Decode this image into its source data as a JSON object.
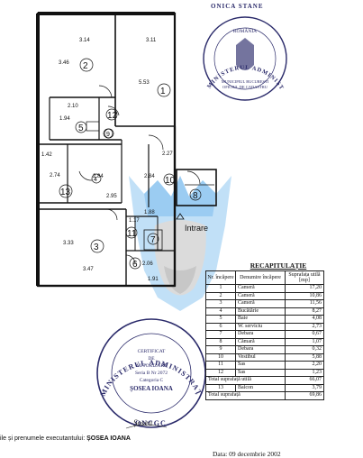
{
  "plan": {
    "room_numbers": [
      "1",
      "2",
      "3",
      "4",
      "5",
      "6",
      "7",
      "8",
      "9",
      "10",
      "11",
      "12",
      "13"
    ],
    "dimensions": [
      "3.14",
      "3.11",
      "3.46",
      "5.53",
      "2.10",
      "1.94",
      "1.42",
      "2.74",
      "2.84",
      "2.84",
      "2.95",
      "2.27",
      "3.33",
      "3.47",
      "1.17",
      "1.88",
      "2.06",
      "1.91"
    ],
    "entrance_label": "Intrare"
  },
  "stamp_top": {
    "ring_text": "MINISTERUL ADMINISTRAȚIEI ȘI INTERNELOR",
    "partial_name": "ONICA STANE",
    "inner_lines": [
      "ROMÂNIA",
      "MUNICIPIUL BUCUREȘTI",
      "OFICIUL DE CADASTRU"
    ]
  },
  "stamp_bottom": {
    "ring_text": "MINISTERUL ADMINISTRAȚIEI PUBLICE",
    "bottom_arc": "ONCGC",
    "inner_lines": [
      "CERTIFICAT",
      "DE",
      "AUTORIZARE",
      "Seria B Nr 2072",
      "Categoria C",
      "ȘOSEA IOANA"
    ]
  },
  "signature": "Șosea",
  "recap": {
    "title": "RECAPITULAȚIE",
    "headers": [
      "Nr. încăpere",
      "Denumire încăpere",
      "Suprafața utilă [mp]"
    ],
    "rows": [
      {
        "nr": "1",
        "name": "Cameră",
        "area": "17,20"
      },
      {
        "nr": "2",
        "name": "Cameră",
        "area": "10,86"
      },
      {
        "nr": "3",
        "name": "Cameră",
        "area": "11,56"
      },
      {
        "nr": "4",
        "name": "Bucătărie",
        "area": "8,27"
      },
      {
        "nr": "5",
        "name": "Baie",
        "area": "4,08"
      },
      {
        "nr": "6",
        "name": "W. serviciu",
        "area": "2,73"
      },
      {
        "nr": "7",
        "name": "Debara",
        "area": "0,67"
      },
      {
        "nr": "8",
        "name": "Cămară",
        "area": "1,07"
      },
      {
        "nr": "9",
        "name": "Debara",
        "area": "0,32"
      },
      {
        "nr": "10",
        "name": "Vestibul",
        "area": "5,88"
      },
      {
        "nr": "11",
        "name": "Sas",
        "area": "2,20"
      },
      {
        "nr": "12",
        "name": "Sas",
        "area": "1,23"
      }
    ],
    "total_useful_label": "Total suprafață utilă",
    "total_useful": "66,07",
    "balcony_nr": "13",
    "balcony_name": "Balcon",
    "balcony_area": "3,79",
    "total_label": "Total suprafață",
    "total": "69,86"
  },
  "footer": {
    "executant_label": "ile și prenumele executantului:",
    "executant_name": "ȘOSEA IOANA",
    "date": "Data: 09 decembrie 2002"
  },
  "colors": {
    "ink": "#111111",
    "stamp": "#2a2a6a",
    "watermark": "#4aa3e8"
  }
}
